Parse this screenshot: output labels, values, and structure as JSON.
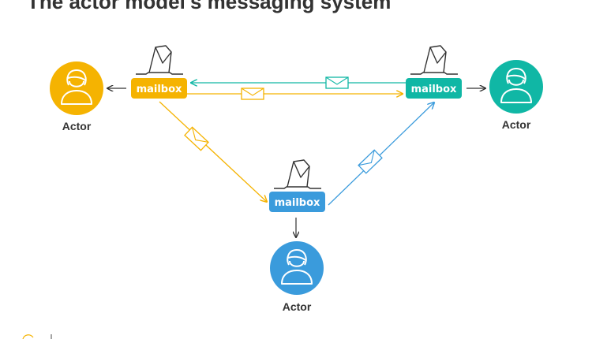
{
  "title": "The actor model's messaging system",
  "mailboxes": {
    "left": {
      "label": "mailbox"
    },
    "right": {
      "label": "mailbox"
    },
    "bottom": {
      "label": "mailbox"
    }
  },
  "actors": {
    "left": {
      "label": "Actor"
    },
    "right": {
      "label": "Actor"
    },
    "bottom": {
      "label": "Actor"
    }
  },
  "colors": {
    "yellow": "#F5B301",
    "teal": "#10B7A5",
    "blue": "#3A9BDC",
    "text": "#333333"
  }
}
